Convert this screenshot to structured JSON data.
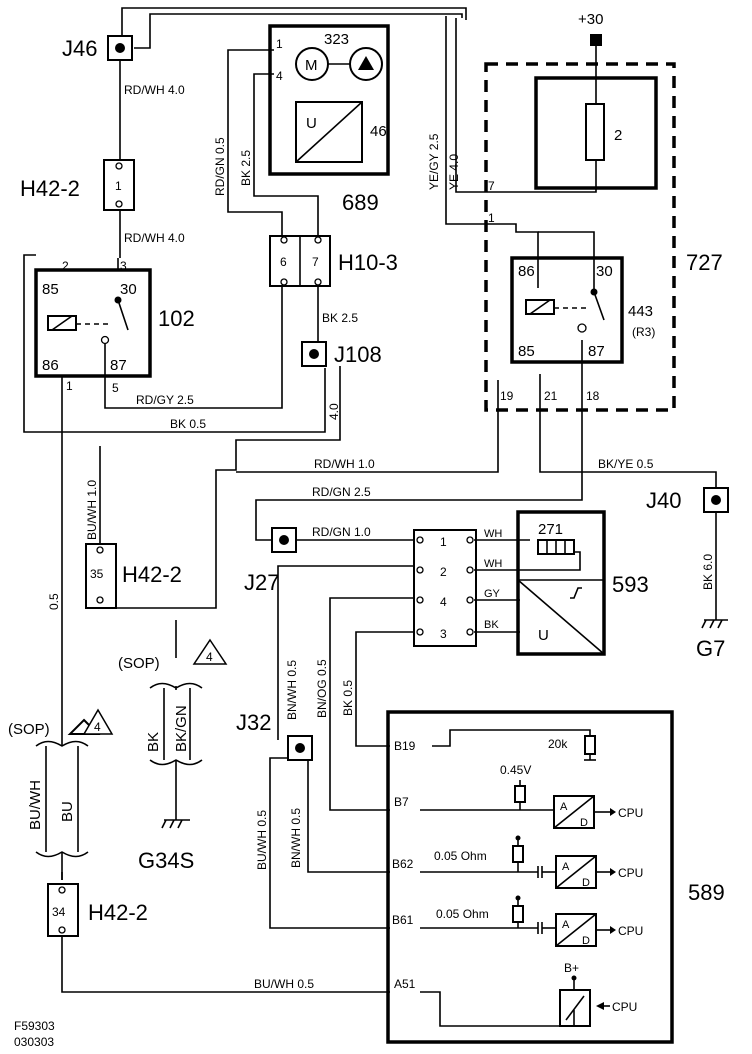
{
  "labels": {
    "j46": "J46",
    "h42_top": "H42-2",
    "h42_mid": "H42-2",
    "h42_bot": "H42-2",
    "relay102": "102",
    "h10": "H10-3",
    "j108": "J108",
    "ecu689": "689",
    "n323": "323",
    "n46": "46",
    "p30": "+30",
    "n727": "727",
    "n443": "443",
    "r3": "(R3)",
    "fuse2": "2",
    "j40": "J40",
    "g7": "G7",
    "j27": "J27",
    "n271": "271",
    "n593": "593",
    "j32": "J32",
    "g34s": "G34S",
    "n589": "589",
    "sop1": "(SOP)",
    "sop2": "(SOP)",
    "tri1": "4",
    "tri2": "4",
    "f_code": "F59303",
    "date_code": "030303"
  },
  "pins": {
    "r102_2": "2",
    "r102_3": "3",
    "r102_85": "85",
    "r102_30": "30",
    "r102_86": "86",
    "r102_87": "87",
    "r102_1": "1",
    "r102_5": "5",
    "h10_6": "6",
    "h10_7": "7",
    "m1": "1",
    "m4": "4",
    "motor": "M",
    "u": "U",
    "r443_86": "86",
    "r443_30": "30",
    "r443_85": "85",
    "r443_87": "87",
    "p7": "7",
    "p1": "1",
    "p19": "19",
    "p21": "21",
    "p18": "18",
    "h42_1": "1",
    "h42_35": "35",
    "h42_34": "34",
    "c1": "1",
    "c2": "2",
    "c4": "4",
    "c3": "3",
    "wh1": "WH",
    "wh2": "WH",
    "gy": "GY",
    "bk": "BK",
    "b19": "B19",
    "b7": "B7",
    "b62": "B62",
    "b61": "B61",
    "a51": "A51",
    "r20k": "20k",
    "v045": "0.45V",
    "ohm1": "0.05 Ohm",
    "ohm2": "0.05 Ohm",
    "bplus": "B+",
    "cpu1": "CPU",
    "cpu2": "CPU",
    "cpu3": "CPU",
    "cpu4": "CPU",
    "ad": "A",
    "dd": "D",
    "ad2": "A",
    "dd2": "D",
    "ad3": "A",
    "dd3": "D"
  },
  "wires": {
    "rdwh40a": "RD/WH 4.0",
    "rdwh40b": "RD/WH 4.0",
    "rdgn05": "RD/GN 0.5",
    "bk25v": "BK  2.5",
    "yegy25": "YE/GY  2.5",
    "ye40": "YE  4.0",
    "bk25b": "BK  2.5",
    "rdgy25": "RD/GY  2.5",
    "bk05": "BK  0.5",
    "n40": "4.0",
    "buwh10": "BU/WH 1.0",
    "rdwh10": "RD/WH 1.0",
    "rdgn25": "RD/GN  2.5",
    "bkye05": "BK/YE   0.5",
    "bk60": "BK  6.0",
    "rdgn10": "RD/GN  1.0",
    "n05": "0.5",
    "buwh": "BU/WH",
    "bu": "BU",
    "bk": "BK",
    "bkgn": "BK/GN",
    "bnwh05": "BN/WH  0.5",
    "bnog05": "BN/OG  0.5",
    "bk05v": "BK  0.5",
    "buwh05": "BU/WH  0.5",
    "bnwh05b": "BN/WH  0.5",
    "buwh05h": "BU/WH  0.5"
  }
}
